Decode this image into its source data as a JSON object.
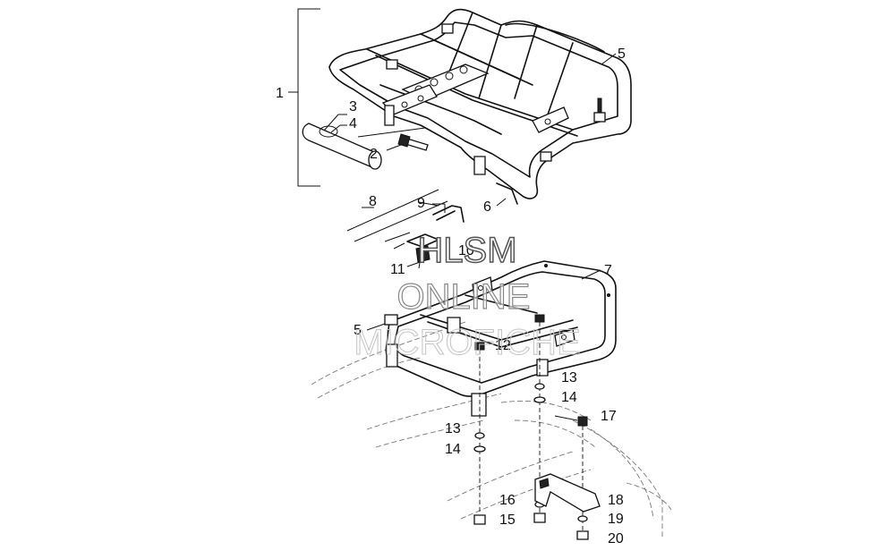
{
  "callouts": {
    "c1": "1",
    "c2": "2",
    "c3": "3",
    "c4": "4",
    "c5a": "5",
    "c5b": "5",
    "c6": "6",
    "c7": "7",
    "c8": "8",
    "c9": "9",
    "c10": "10",
    "c11": "11",
    "c12": "12",
    "c13a": "13",
    "c13b": "13",
    "c14a": "14",
    "c14b": "14",
    "c15": "15",
    "c16": "16",
    "c17": "17",
    "c18": "18",
    "c19": "19",
    "c20": "20"
  },
  "watermark": {
    "line1": "HLSM",
    "line2": "ONLINE",
    "line3": "MICROFICHE"
  },
  "colors": {
    "ink": "#111111",
    "watermark": "#bbbbbb",
    "background": "#ffffff"
  }
}
